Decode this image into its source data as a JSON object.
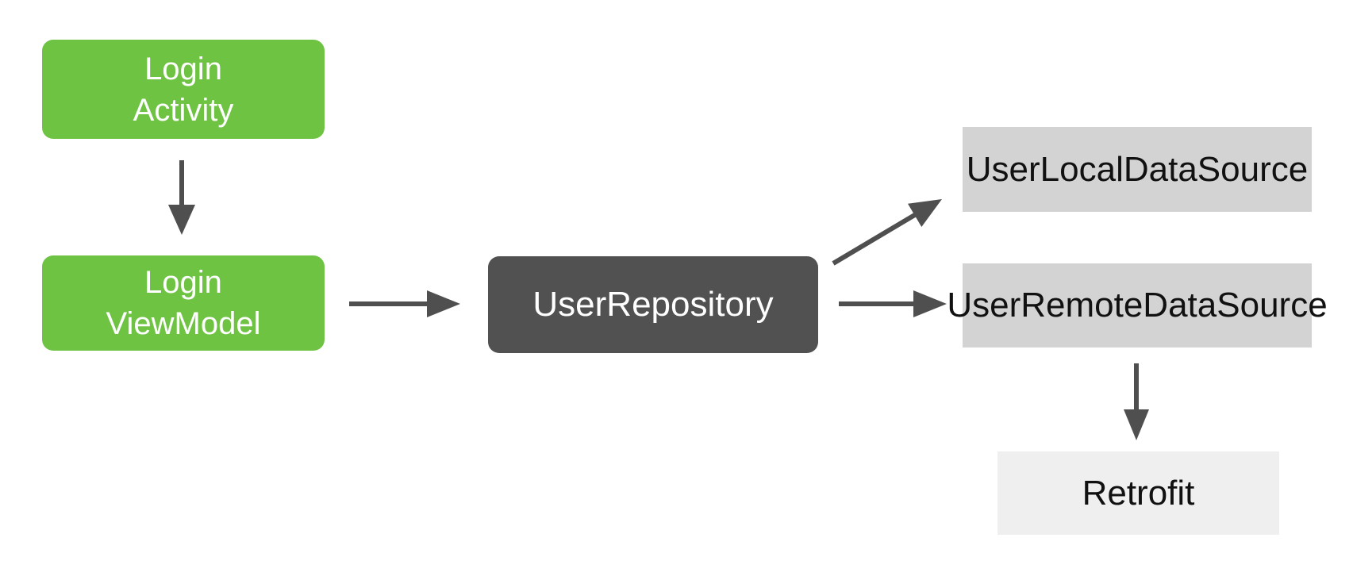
{
  "page": {
    "background_color": "#ffffff",
    "description": "App architecture flow diagram"
  },
  "diagram": {
    "arrow_color": "#4f4f4f",
    "nodes": [
      {
        "id": "login-activity",
        "label": "Login\nActivity",
        "fill": "#6fc343",
        "text_color": "#ffffff"
      },
      {
        "id": "login-viewmodel",
        "label": "Login\nViewModel",
        "fill": "#6fc343",
        "text_color": "#ffffff"
      },
      {
        "id": "user-repository",
        "label": "UserRepository",
        "fill": "#515151",
        "text_color": "#ffffff"
      },
      {
        "id": "user-local-datasource",
        "label": "UserLocalDataSource",
        "fill": "#d3d3d3",
        "text_color": "#111111"
      },
      {
        "id": "user-remote-datasource",
        "label": "UserRemoteDataSource",
        "fill": "#d3d3d3",
        "text_color": "#111111"
      },
      {
        "id": "retrofit",
        "label": "Retrofit",
        "fill": "#efefef",
        "text_color": "#111111"
      }
    ],
    "edges": [
      {
        "from": "login-activity",
        "to": "login-viewmodel",
        "direction": "down"
      },
      {
        "from": "login-viewmodel",
        "to": "user-repository",
        "direction": "right"
      },
      {
        "from": "user-repository",
        "to": "user-local-datasource",
        "direction": "up-right"
      },
      {
        "from": "user-repository",
        "to": "user-remote-datasource",
        "direction": "right"
      },
      {
        "from": "user-remote-datasource",
        "to": "retrofit",
        "direction": "down"
      }
    ]
  }
}
